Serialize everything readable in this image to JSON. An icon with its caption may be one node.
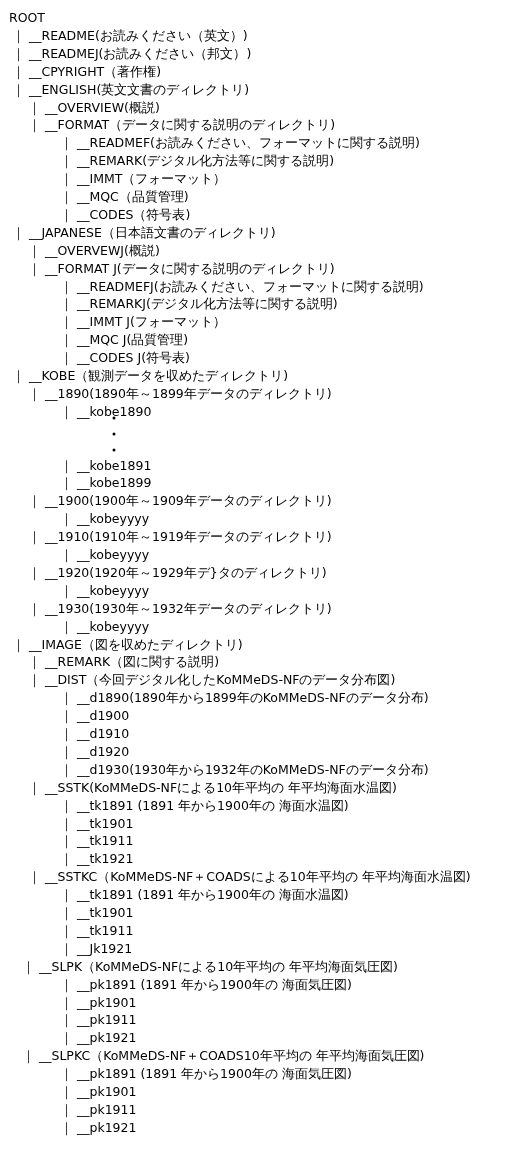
{
  "diagram": {
    "labels": [
      "ROOT",
      "｜ __README(お読みください（英文）)",
      "｜ __READMEJ(お読みください（邦文）)",
      "｜ __CPYRIGHT（著作権)",
      "｜ __ENGLISH(英文文書のディレクトリ)",
      "｜ __OVERVIEW(概説)",
      "｜ __FORMAT（データに関する説明のディレクトリ)",
      "｜ __READMEF(お読みください、フォーマットに関する説明)",
      "｜ __REMARK(デジタル化方法等に関する説明)",
      "｜ __IMMT（フォーマット）",
      "｜ __MQC（品質管理)",
      "｜ __CODES（符号表)",
      "｜ __JAPANESE（日本語文書のディレクトリ)",
      "｜ __OVERVEWJ(概説)",
      "｜ __FORMAT J(データに関する説明のディレクトリ)",
      "｜ __READMEFJ(お読みください、フォーマットに関する説明)",
      "｜ __REMARKJ(デジタル化方法等に関する説明)",
      "｜ __IMMT J(フォーマット）",
      "｜ __MQC J(品質管理)",
      "｜ __CODES J(符号表)",
      "｜ __KOBE（観測データを収めたディレクトリ)",
      "｜ __1890(1890年～1899年データのディレクトリ)",
      "｜ __kobe1890",
      "｜ __kobe1891",
      "｜ __kobe1899",
      "｜ __1900(1900年～1909年データのディレクトリ)",
      "｜ __kobeyyyy",
      "｜ __1910(1910年～1919年データのディレクトリ)",
      "｜ __kobeyyyy",
      "｜ __1920(1920年～1929年デ}タのディレクトリ)",
      "｜ __kobeyyyy",
      "｜ __1930(1930年～1932年データのディレクトリ)",
      "｜ __kobeyyyy",
      "｜ __IMAGE（図を収めたディレクトリ)",
      "｜ __REMARK（図に関する説明)",
      "｜ __DIST（今回デジタル化したKoMMeDS-NFのデータ分布図)",
      "｜ __d1890(1890年から1899年のKoMMeDS-NFのデータ分布)",
      "｜ __d1900",
      "｜ __d1910",
      "｜ __d1920",
      "｜ __d1930(1930年から1932年のKoMMeDS-NFのデータ分布)",
      "｜ __SSTK(KoMMeDS-NFによる10年平均の 年平均海面水温図)",
      "｜ __tk1891 (1891 年から1900年の 海面水温図)",
      "｜ __tk1901",
      "｜ __tk1911",
      "｜ __tk1921",
      "｜ __SSTKC（KoMMeDS-NF＋COADSによる10年平均の 年平均海面水温図)",
      "｜ __tk1891 (1891 年から1900年の 海面水温図)",
      "｜ __tk1901",
      "｜ __tk1911",
      "｜ __Jk1921",
      "｜ __SLPK（KoMMeDS-NFによる10年平均の 年平均海面気圧図)",
      "｜ __pk1891 (1891 年から1900年の 海面気圧図)",
      "｜ __pk1901",
      "｜ __pk1911",
      "｜ __pk1921",
      "｜ __SLPKC（KoMMeDS-NF＋COADS10年平均の 年平均海面気圧図)",
      "｜ __pk1891 (1891 年から1900年の 海面気圧図)",
      "｜ __pk1901",
      "｜ __pk1911",
      "｜ __pk1921"
    ]
  }
}
